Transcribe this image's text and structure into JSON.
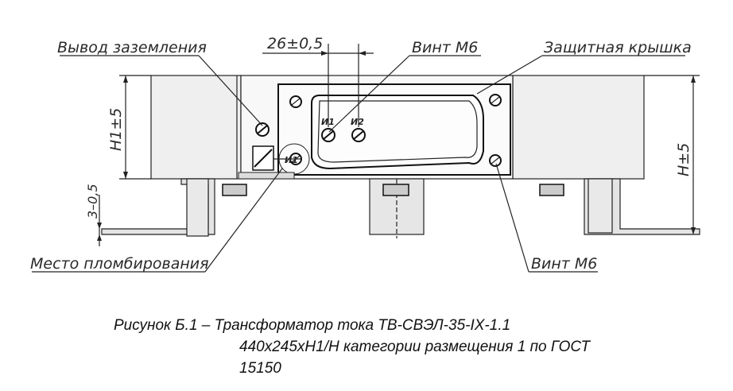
{
  "labels": {
    "ground_terminal": "Вывод заземления",
    "dimension_top": "26±0,5",
    "screw_top": "Винт М6",
    "protective_cover": "Защитная крышка",
    "height_left": "H1±5",
    "height_right": "H±5",
    "gap": "3–0,5",
    "seal_place": "Место пломбирования",
    "screw_bottom": "Винт М6",
    "terminal_1": "И1",
    "terminal_2": "И2",
    "terminal_1_small": "И1"
  },
  "caption": {
    "line1": "Рисунок Б.1 – Трансформатор тока ТВ-СВЭЛ-35-IX-1.1",
    "line2": "440х245хН1/Н категории размещения 1 по ГОСТ",
    "line3": "15150"
  }
}
